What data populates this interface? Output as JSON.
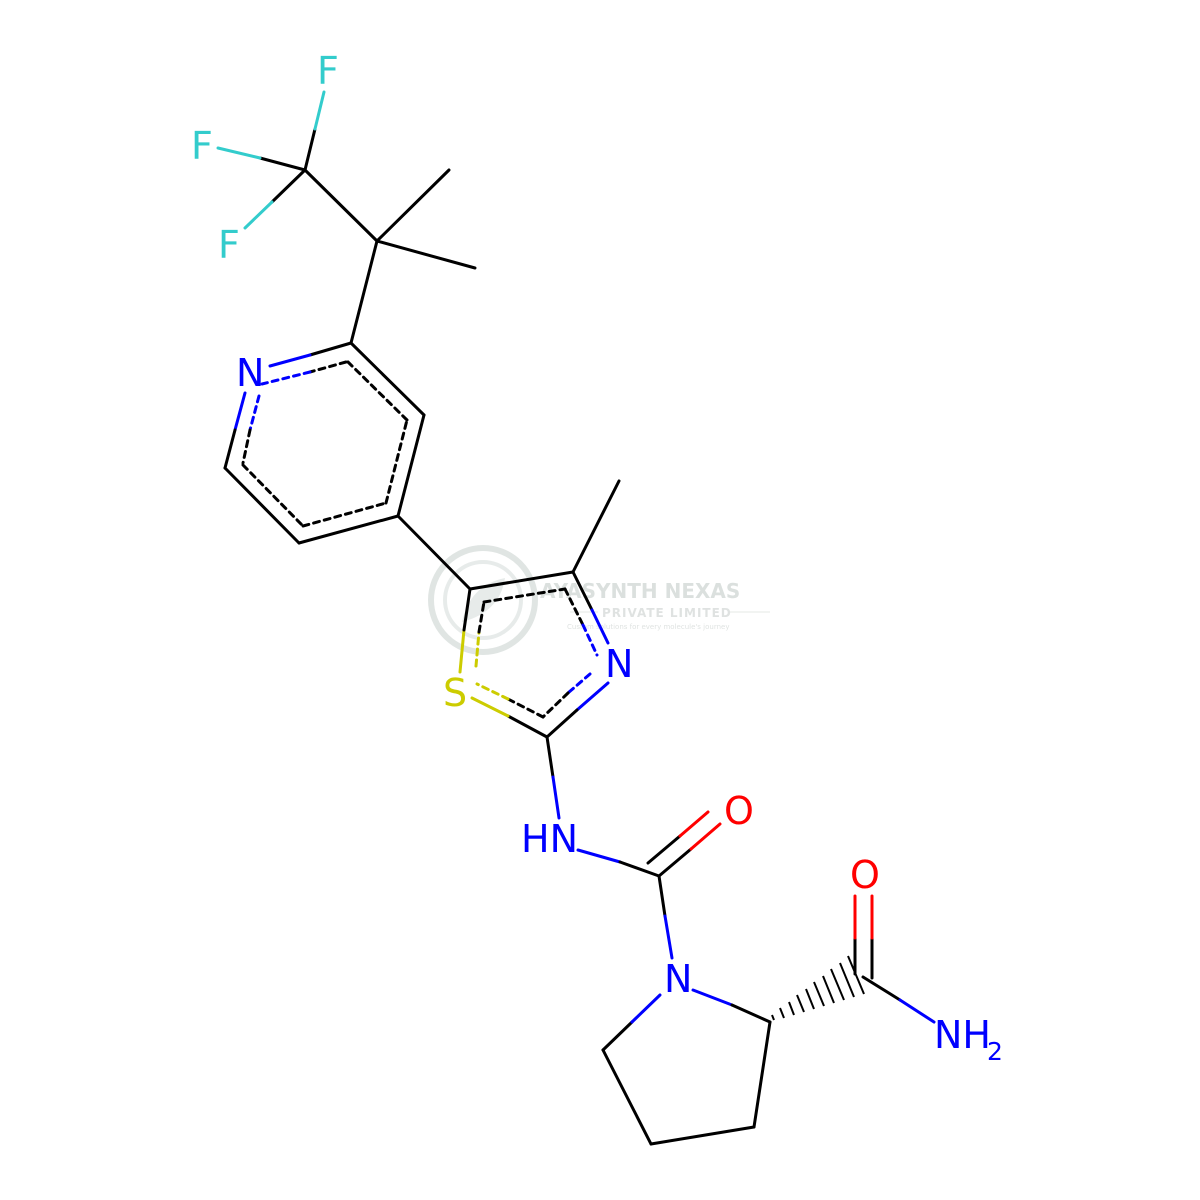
{
  "molecule": {
    "atom_labels": {
      "f1": "F",
      "f2": "F",
      "f3": "F",
      "n_pyridine": "N",
      "n_thiazole": "N",
      "s_thiazole": "S",
      "nh_amide": "HN",
      "o_urea": "O",
      "n_pyrrolidine": "N",
      "o_amide": "O",
      "nh2_amide": "NH",
      "nh2_subscript": "2"
    },
    "colors": {
      "carbon_bond": "#000000",
      "nitrogen": "#0000ff",
      "oxygen": "#ff0000",
      "fluorine": "#33cccc",
      "sulfur": "#cccc00"
    }
  },
  "watermark": {
    "title": "AYASYNTH NEXAS",
    "subtitle": "PRIVATE LIMITED",
    "tagline": "Custom solutions for every molecule's journey",
    "color": "#bfc7c4"
  }
}
